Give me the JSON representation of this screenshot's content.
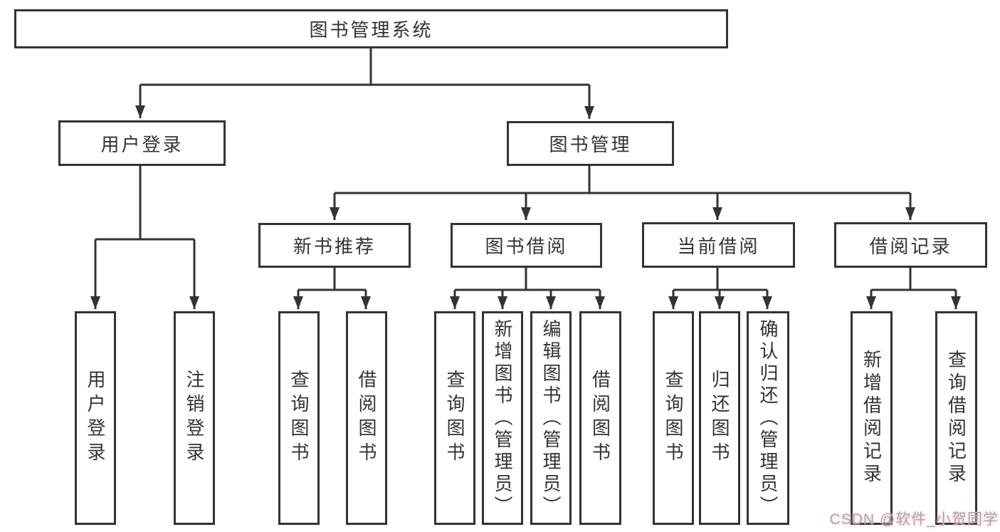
{
  "diagram": {
    "root": {
      "label": "图书管理系统"
    },
    "branches": {
      "user_login": {
        "label": "用户登录",
        "children": [
          {
            "label": "用户登录"
          },
          {
            "label": "注销登录"
          }
        ]
      },
      "book_mgmt": {
        "label": "图书管理",
        "sections": [
          {
            "label": "新书推荐",
            "children": [
              {
                "label": "查询图书"
              },
              {
                "label": "借阅图书"
              }
            ]
          },
          {
            "label": "图书借阅",
            "children": [
              {
                "label": "查询图书"
              },
              {
                "label": "新增图书（管理员）"
              },
              {
                "label": "编辑图书（管理员）"
              },
              {
                "label": "借阅图书"
              }
            ]
          },
          {
            "label": "当前借阅",
            "children": [
              {
                "label": "查询图书"
              },
              {
                "label": "归还图书"
              },
              {
                "label": "确认归还（管理员）"
              }
            ]
          },
          {
            "label": "借阅记录",
            "children": [
              {
                "label": "新增借阅记录"
              },
              {
                "label": "查询借阅记录"
              }
            ]
          }
        ]
      }
    }
  },
  "watermark": {
    "text": "CSDN @软件_小贺同学"
  },
  "colors": {
    "line": "#333333",
    "box_border": "#333333",
    "box_fill": "#ffffff",
    "text": "#333333",
    "watermark": "#a9a9a9",
    "watermark_glow": "#ffa6c4"
  }
}
